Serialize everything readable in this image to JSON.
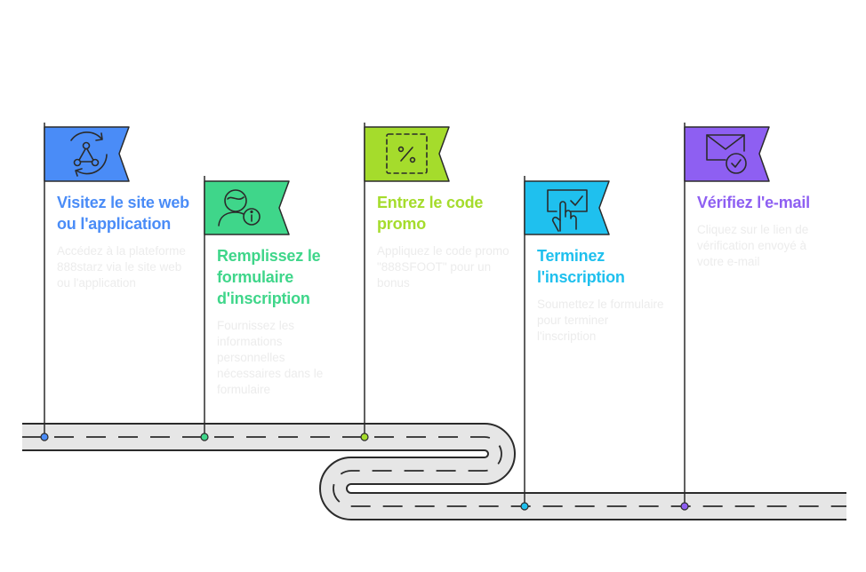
{
  "colors": {
    "outline": "#2b2b2b",
    "road": "#e6e6e6",
    "description": "#ececec"
  },
  "steps": [
    {
      "title": "Visitez le site web ou l'application",
      "description": "Accédez à la plateforme 888starz via le site web ou l'application",
      "color": "#4a8cf7",
      "icon": "refresh-network-icon"
    },
    {
      "title": "Remplissez le formulaire d'inscription",
      "description": "Fournissez les informations personnelles nécessaires dans le formulaire",
      "color": "#3fd68a",
      "icon": "user-info-icon"
    },
    {
      "title": "Entrez le code promo",
      "description": "Appliquez le code promo \"888SFOOT\" pour un bonus",
      "color": "#a5dc2c",
      "icon": "percent-coupon-icon"
    },
    {
      "title": "Terminez l'inscription",
      "description": "Soumettez le formulaire pour terminer l'inscription",
      "color": "#1fc0ee",
      "icon": "touch-check-icon"
    },
    {
      "title": "Vérifiez l'e-mail",
      "description": "Cliquez sur le lien de vérification envoyé à votre e-mail",
      "color": "#8e5ff2",
      "icon": "email-verified-icon"
    }
  ]
}
